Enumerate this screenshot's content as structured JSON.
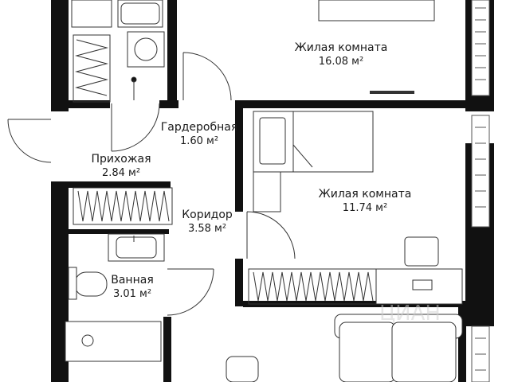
{
  "rooms": [
    {
      "id": "living-room-1",
      "name": "Жилая комната",
      "area": "16.08 м²"
    },
    {
      "id": "wardrobe",
      "name": "Гардеробная",
      "area": "1.60 м²"
    },
    {
      "id": "hallway",
      "name": "Прихожая",
      "area": "2.84 м²"
    },
    {
      "id": "living-room-2",
      "name": "Жилая комната",
      "area": "11.74 м²"
    },
    {
      "id": "corridor",
      "name": "Коридор",
      "area": "3.58 м²"
    },
    {
      "id": "bathroom",
      "name": "Ванная",
      "area": "3.01 м²"
    }
  ],
  "watermark": "ЦИАН",
  "colors": {
    "wall": "#111111",
    "line": "#333333",
    "fixture_fill": "#ffffff"
  }
}
